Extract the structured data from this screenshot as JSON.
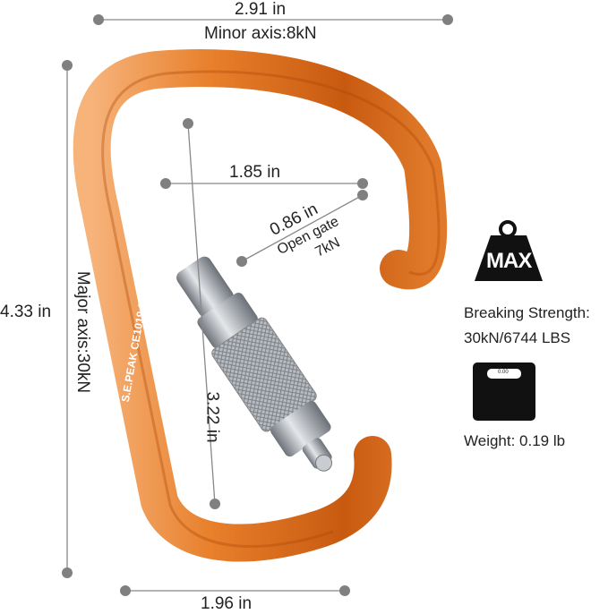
{
  "dimensions": {
    "width_label": "2.91 in",
    "minor_axis": "Minor axis:8kN",
    "height_label": "4.33 in",
    "major_axis": "Major axis:30kN",
    "inner_width_label": "1.85 in",
    "gate_opening_label": "0.86 in",
    "open_gate": "Open gate",
    "open_gate_strength": "7kN",
    "inner_length_label": "3.22 in",
    "bottom_width_label": "1.96 in"
  },
  "engraving": {
    "brand": "S.E.PEAK",
    "marking": "CE1019 S-503D 2401"
  },
  "specs": {
    "max_icon_text": "MAX",
    "breaking_strength_label": "Breaking Strength:",
    "breaking_strength_value": "30kN/6744 LBS",
    "scale_display": "0.00",
    "weight": "Weight: 0.19 lb"
  },
  "colors": {
    "carabiner": "#e0701e",
    "gate": "#a9adb3",
    "marker": "#808080",
    "icon": "#111111"
  }
}
